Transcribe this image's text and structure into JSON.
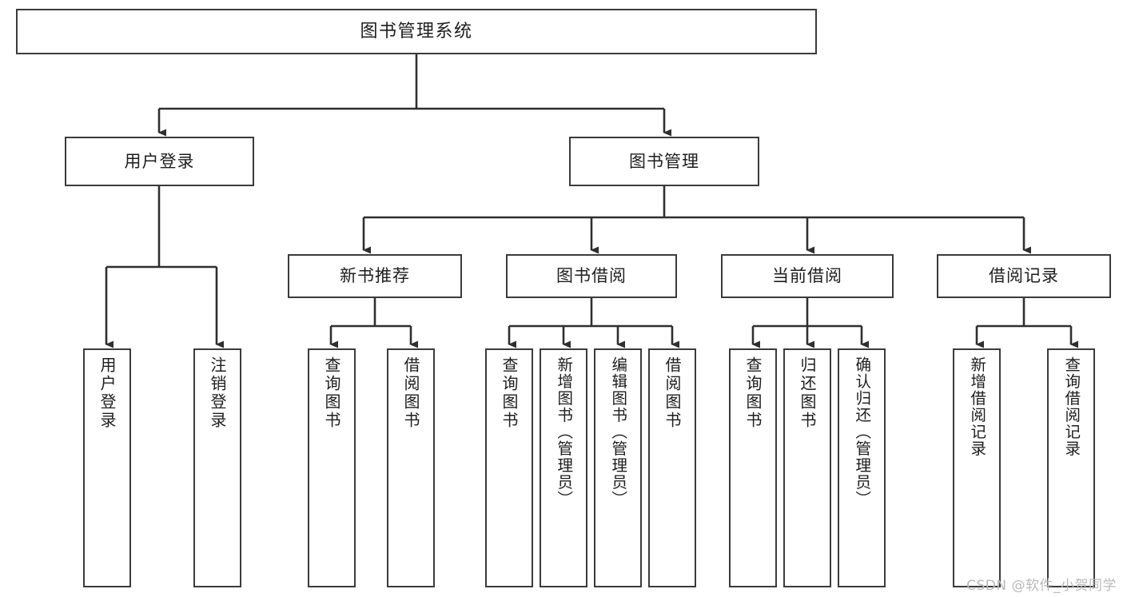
{
  "diagram": {
    "title": "图书管理系统",
    "type": "tree-hierarchy-chart",
    "colors": {
      "background": "#ffffff",
      "box_border": "#3b3b3b",
      "box_fill": "#ffffff",
      "connector": "#2f2f2f",
      "text": "#1d1d1d",
      "watermark": "#b9b9b9"
    }
  },
  "nodes": {
    "root": {
      "label": "图书管理系统"
    },
    "level1": [
      {
        "id": "user-login",
        "label": "用户登录"
      },
      {
        "id": "book-manage",
        "label": "图书管理"
      }
    ],
    "level2": [
      {
        "id": "new-book-recommend",
        "label": "新书推荐"
      },
      {
        "id": "book-borrow",
        "label": "图书借阅"
      },
      {
        "id": "current-borrow",
        "label": "当前借阅"
      },
      {
        "id": "borrow-record",
        "label": "借阅记录"
      }
    ],
    "leaves": {
      "user-login": [
        {
          "id": "leaf-user-login",
          "label": "用户登录"
        },
        {
          "id": "leaf-user-logout",
          "label": "注销登录"
        }
      ],
      "new-book-recommend": [
        {
          "id": "leaf-query-book-1",
          "label": "查询图书"
        },
        {
          "id": "leaf-borrow-book-1",
          "label": "借阅图书"
        }
      ],
      "book-borrow": [
        {
          "id": "leaf-query-book-2",
          "label": "查询图书"
        },
        {
          "id": "leaf-add-book",
          "label": "新增图书（管理员）"
        },
        {
          "id": "leaf-edit-book",
          "label": "编辑图书（管理员）"
        },
        {
          "id": "leaf-borrow-book-2",
          "label": "借阅图书"
        }
      ],
      "current-borrow": [
        {
          "id": "leaf-query-book-3",
          "label": "查询图书"
        },
        {
          "id": "leaf-return-book",
          "label": "归还图书"
        },
        {
          "id": "leaf-confirm-return",
          "label": "确认归还（管理员）"
        }
      ],
      "borrow-record": [
        {
          "id": "leaf-add-record",
          "label": "新增借阅记录"
        },
        {
          "id": "leaf-query-record",
          "label": "查询借阅记录"
        }
      ]
    }
  },
  "watermark": {
    "text": "CSDN @软件_小贺同学"
  }
}
